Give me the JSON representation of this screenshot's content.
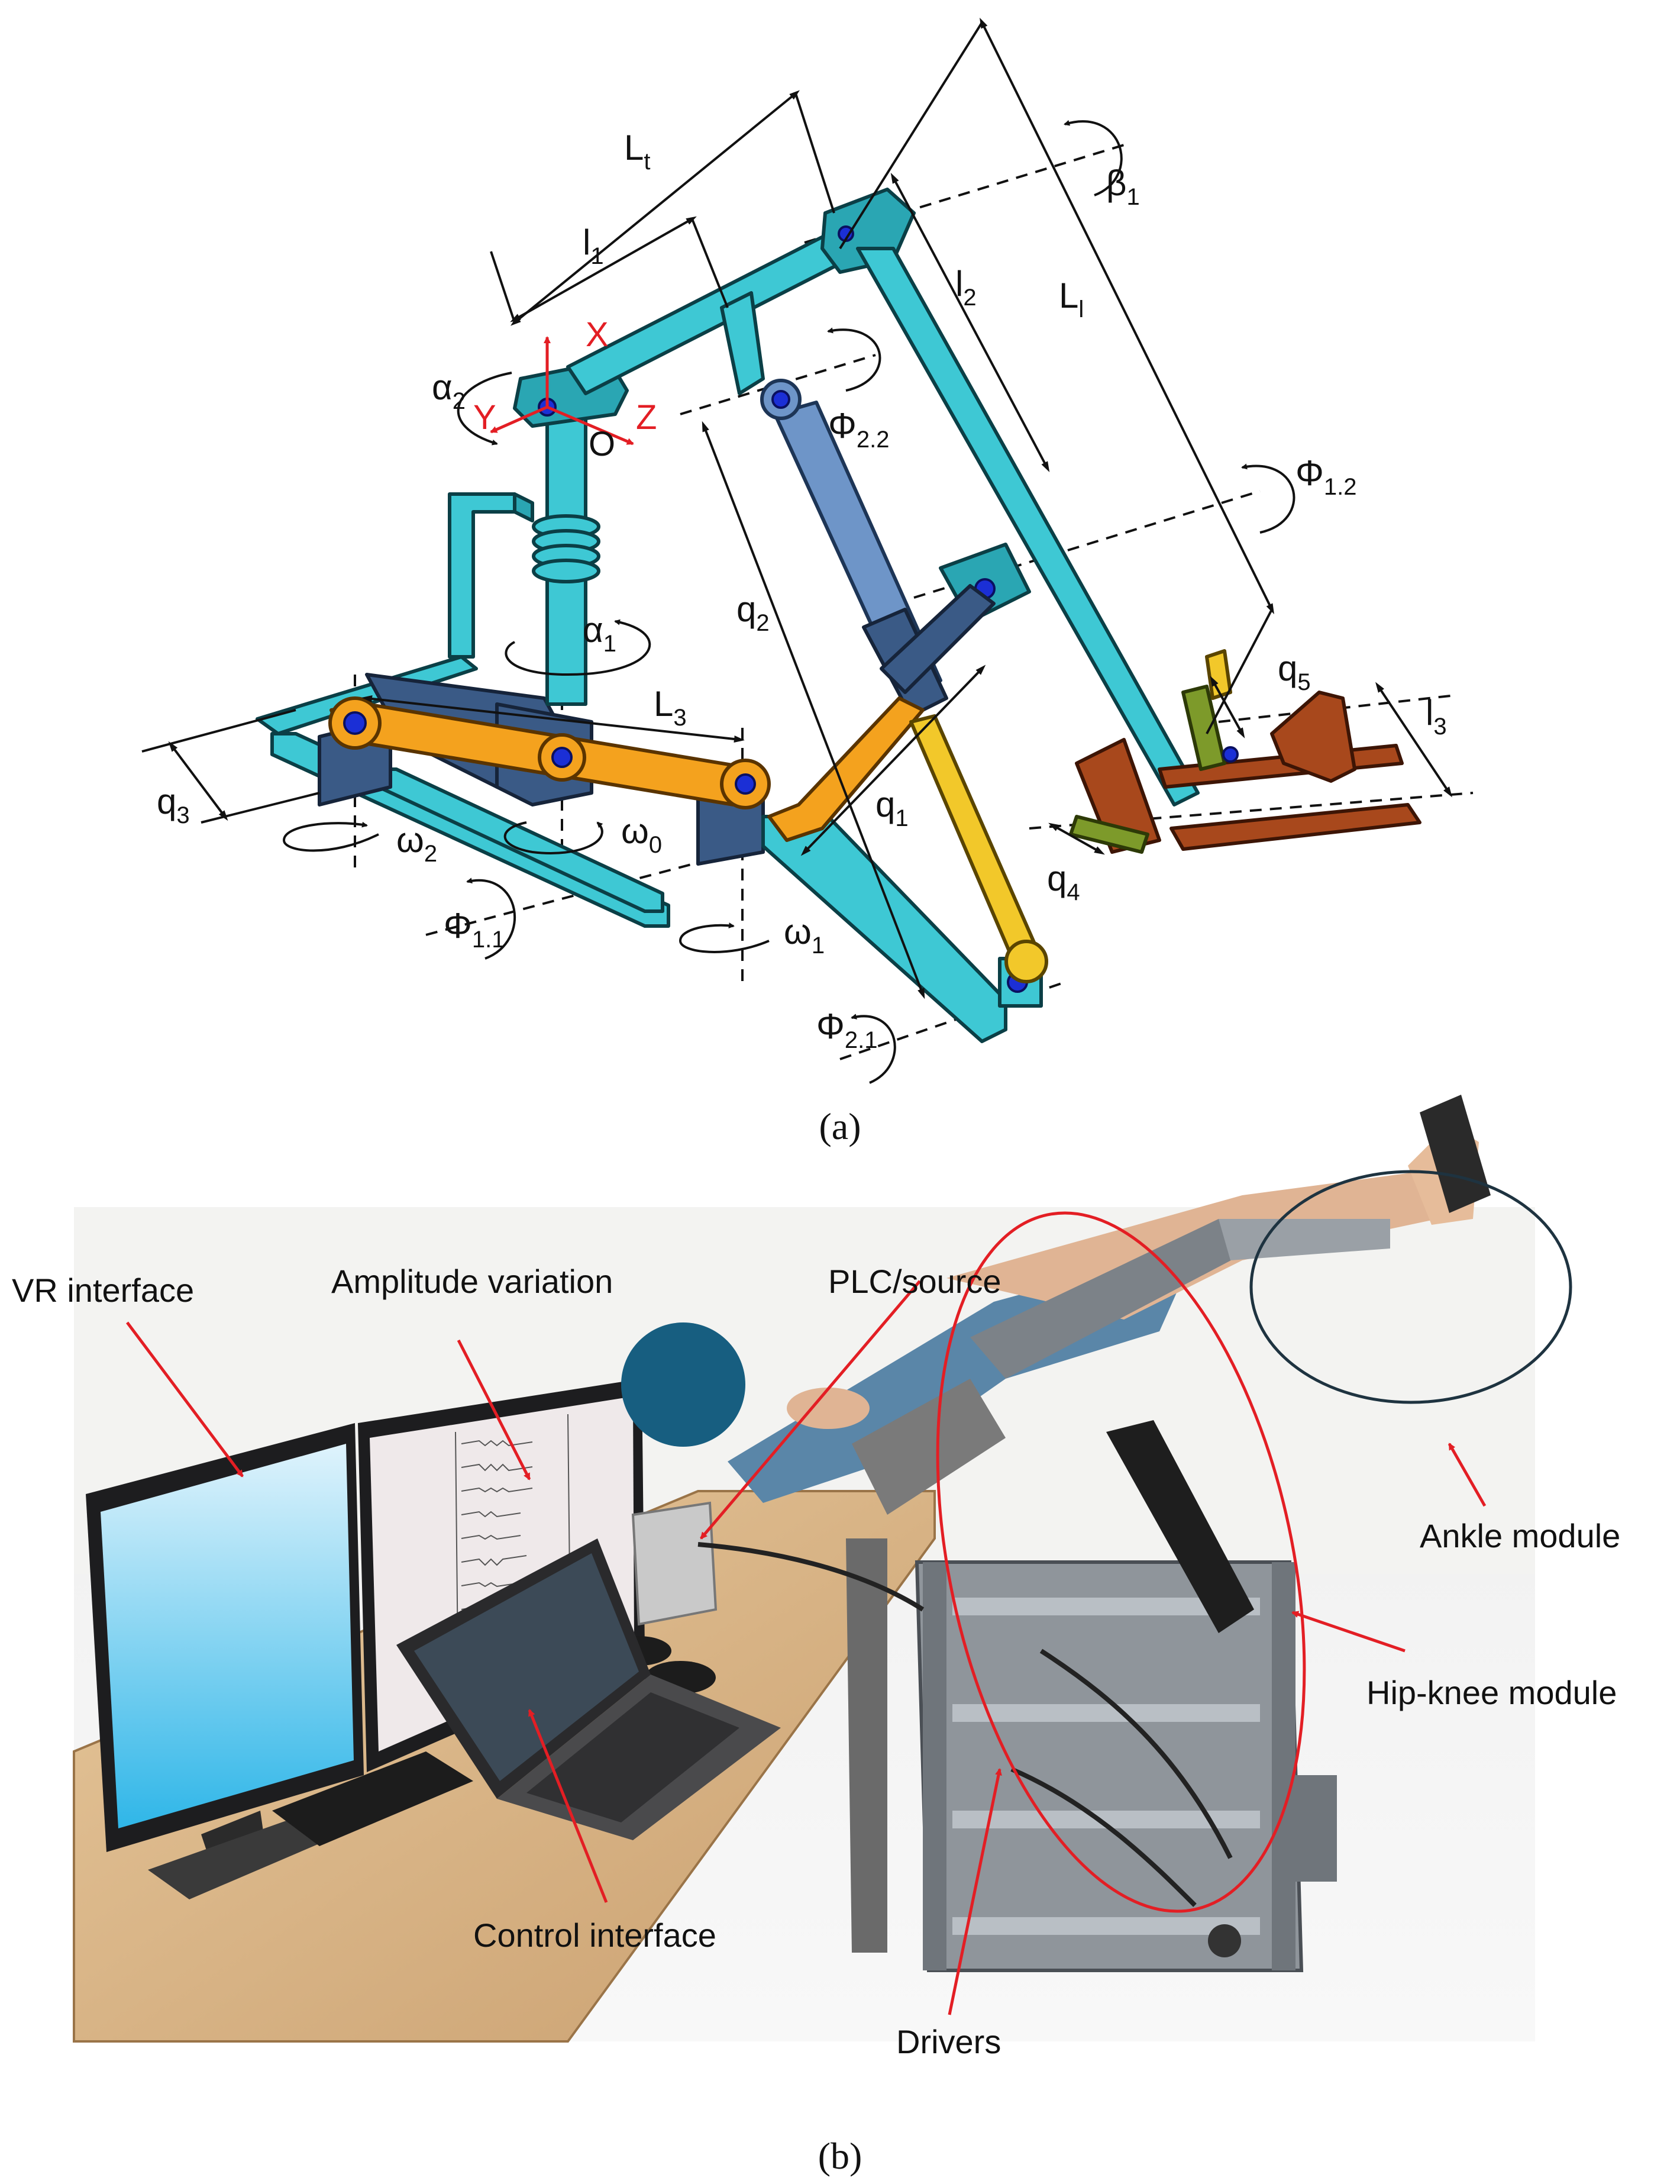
{
  "panel_a": {
    "caption": "(a)",
    "labels": {
      "Lt_main": "L",
      "Lt_sub": "t",
      "l1_main": "l",
      "l1_sub": "1",
      "l2_main": "l",
      "l2_sub": "2",
      "Ll_main": "L",
      "Ll_sub": "l",
      "beta1_main": "β",
      "beta1_sub": "1",
      "alpha2_main": "α",
      "alpha2_sub": "2",
      "alpha1_main": "α",
      "alpha1_sub": "1",
      "axis_x": "X",
      "axis_y": "Y",
      "axis_z": "Z",
      "origin": "O",
      "phi22_main": "Φ",
      "phi22_sub": "2.2",
      "phi12_main": "Φ",
      "phi12_sub": "1.2",
      "phi11_main": "Φ",
      "phi11_sub": "1.1",
      "phi21_main": "Φ",
      "phi21_sub": "2.1",
      "q1_main": "q",
      "q1_sub": "1",
      "q2_main": "q",
      "q2_sub": "2",
      "q3_main": "q",
      "q3_sub": "3",
      "q4_main": "q",
      "q4_sub": "4",
      "q5_main": "q",
      "q5_sub": "5",
      "l3_main": "l",
      "l3_sub": "3",
      "L3_main": "L",
      "L3_sub": "3",
      "omega0_main": "ω",
      "omega0_sub": "0",
      "omega1_main": "ω",
      "omega1_sub": "1",
      "omega2_main": "ω",
      "omega2_sub": "2"
    }
  },
  "panel_b": {
    "caption": "(b)",
    "labels": {
      "vr": "VR interface",
      "amplitude": "Amplitude variation",
      "plc": "PLC/source",
      "ankle": "Ankle module",
      "hipknee": "Hip-knee module",
      "control": "Control interface",
      "drivers": "Drivers"
    }
  },
  "colors": {
    "frame": "#3ec8d4",
    "actuator_orange": "#f4a21e",
    "actuator_yellow": "#f2c82a",
    "actuator_navy": "#3a5a86",
    "ankle_brown": "#a8481c",
    "joint_blue": "#1b2fd6",
    "axis_red": "#e31e24"
  }
}
